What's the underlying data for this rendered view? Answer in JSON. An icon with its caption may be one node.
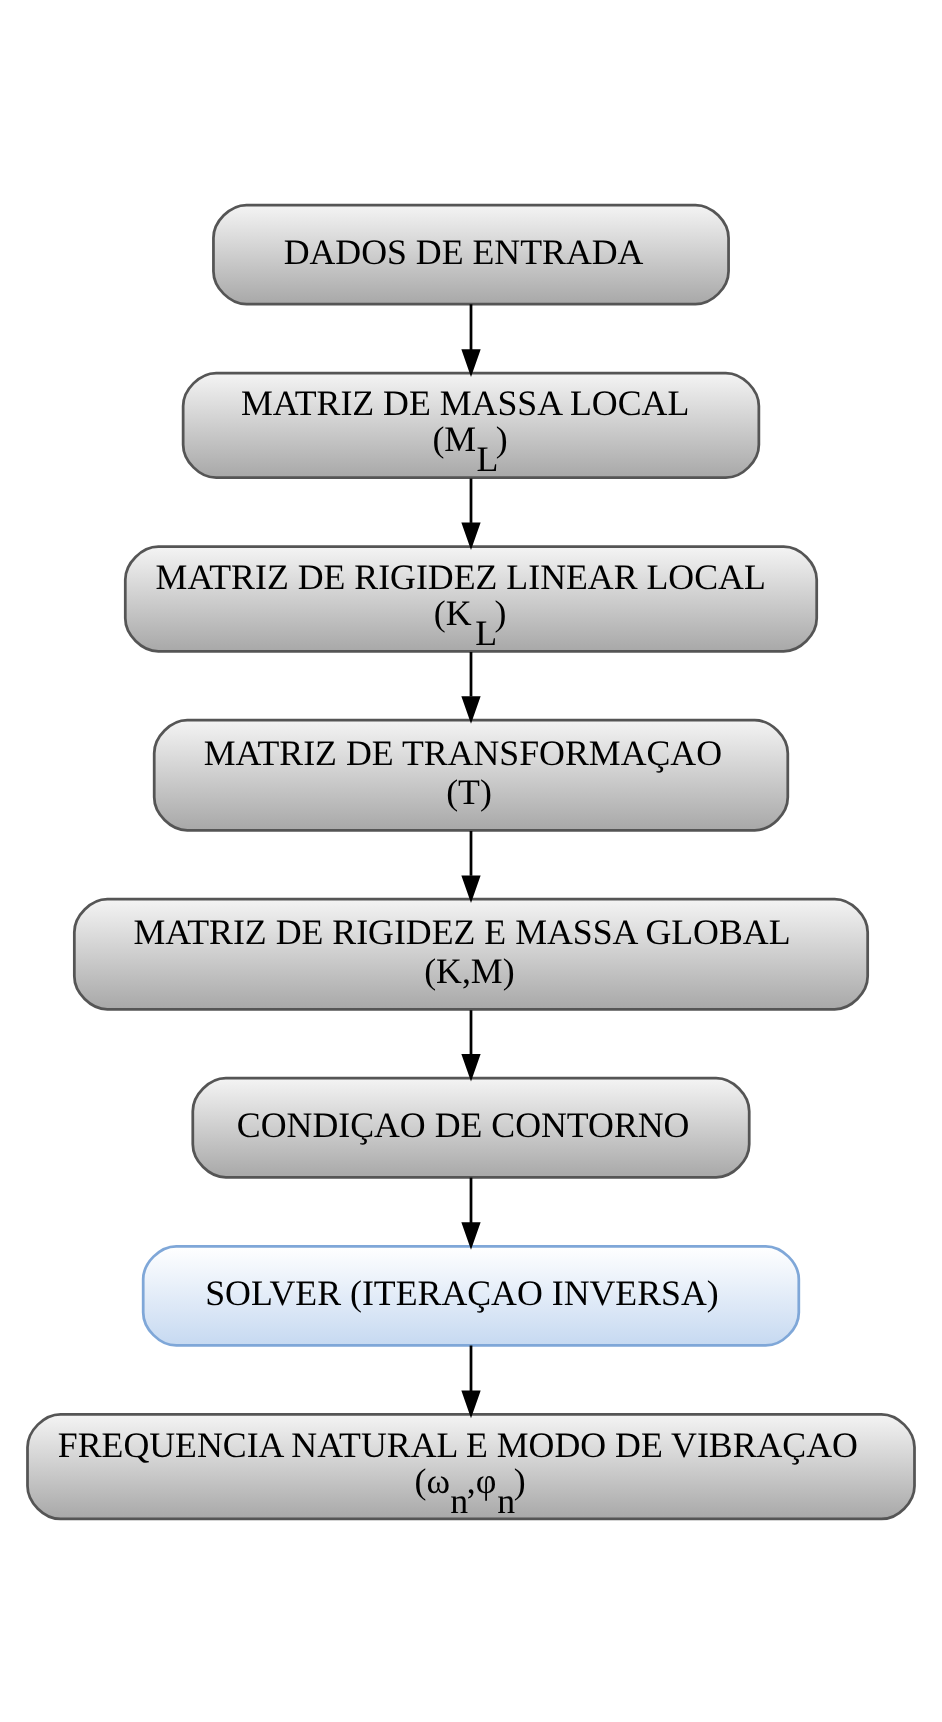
{
  "diagram": {
    "nodes": [
      {
        "text": [
          "DADOS DE ENTRADA"
        ]
      },
      {
        "text": [
          "MATRIZ DE MASSA LOCAL",
          "(M$_{L}$)"
        ]
      },
      {
        "text": [
          "MATRIZ DE RIGIDEZ LINEAR LOCAL",
          "(K$_{L}$)"
        ]
      },
      {
        "text": [
          "MATRIZ DE TRANSFORMAÇAO",
          "(T)"
        ]
      },
      {
        "text": [
          "MATRIZ DE RIGIDEZ E MASSA GLOBAL",
          "(K,M)"
        ]
      },
      {
        "text": [
          "CONDIÇAO DE CONTORNO"
        ]
      },
      {
        "text": [
          "SOLVER (ITERAÇAO INVERSA)"
        ]
      },
      {
        "text": [
          "FREQUENCIA NATURAL E MODO DE VIBRAÇAO",
          "(ω$_{n}$,φ$_{n}$)"
        ]
      }
    ],
    "edges": [
      {
        "from": 0,
        "to": 1,
        "arrow": "to"
      },
      {
        "from": 1,
        "to": 2,
        "arrow": "to"
      },
      {
        "from": 2,
        "to": 3,
        "arrow": "to"
      },
      {
        "from": 3,
        "to": 4,
        "arrow": "to"
      },
      {
        "from": 4,
        "to": 5,
        "arrow": "to"
      },
      {
        "from": 5,
        "to": 6,
        "arrow": "to"
      },
      {
        "from": 6,
        "to": 7,
        "arrow": "to"
      }
    ]
  }
}
